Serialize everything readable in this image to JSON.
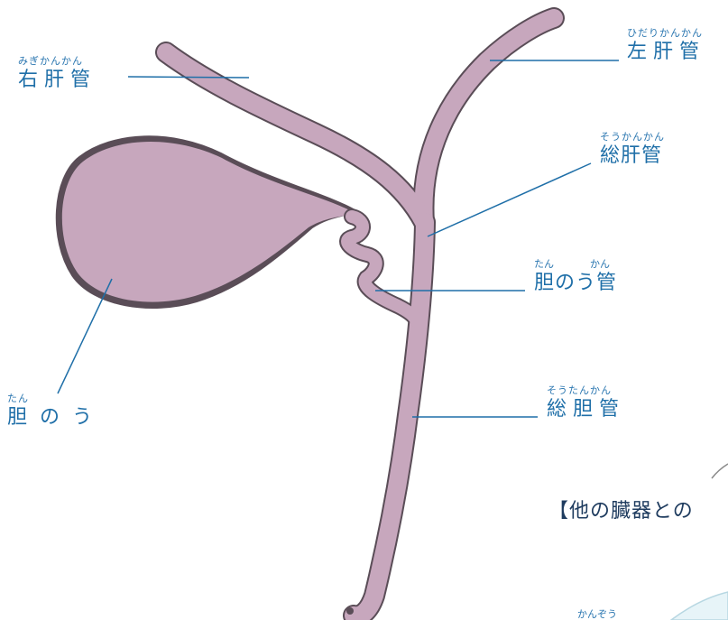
{
  "labels": {
    "right_hepatic_duct": {
      "ruby": "みぎかんかん",
      "text": "右肝管"
    },
    "left_hepatic_duct": {
      "ruby": "ひだりかんかん",
      "text": "左肝管"
    },
    "common_hepatic_duct": {
      "ruby": "そうかんかん",
      "text": "総肝管"
    },
    "cystic_duct": {
      "ruby_1": "たん",
      "ruby_2": "かん",
      "text": "胆のう管"
    },
    "gallbladder": {
      "ruby": "たん",
      "text": "胆のう"
    },
    "common_bile_duct": {
      "ruby": "そうたんかん",
      "text": "総胆管"
    }
  },
  "section_heading": "【他の臓器との",
  "bottom_ruby": "かんぞう",
  "colors": {
    "organ_fill": "#c7a7bd",
    "organ_outline": "#5a4d57",
    "label_line": "#1f6fa8"
  }
}
